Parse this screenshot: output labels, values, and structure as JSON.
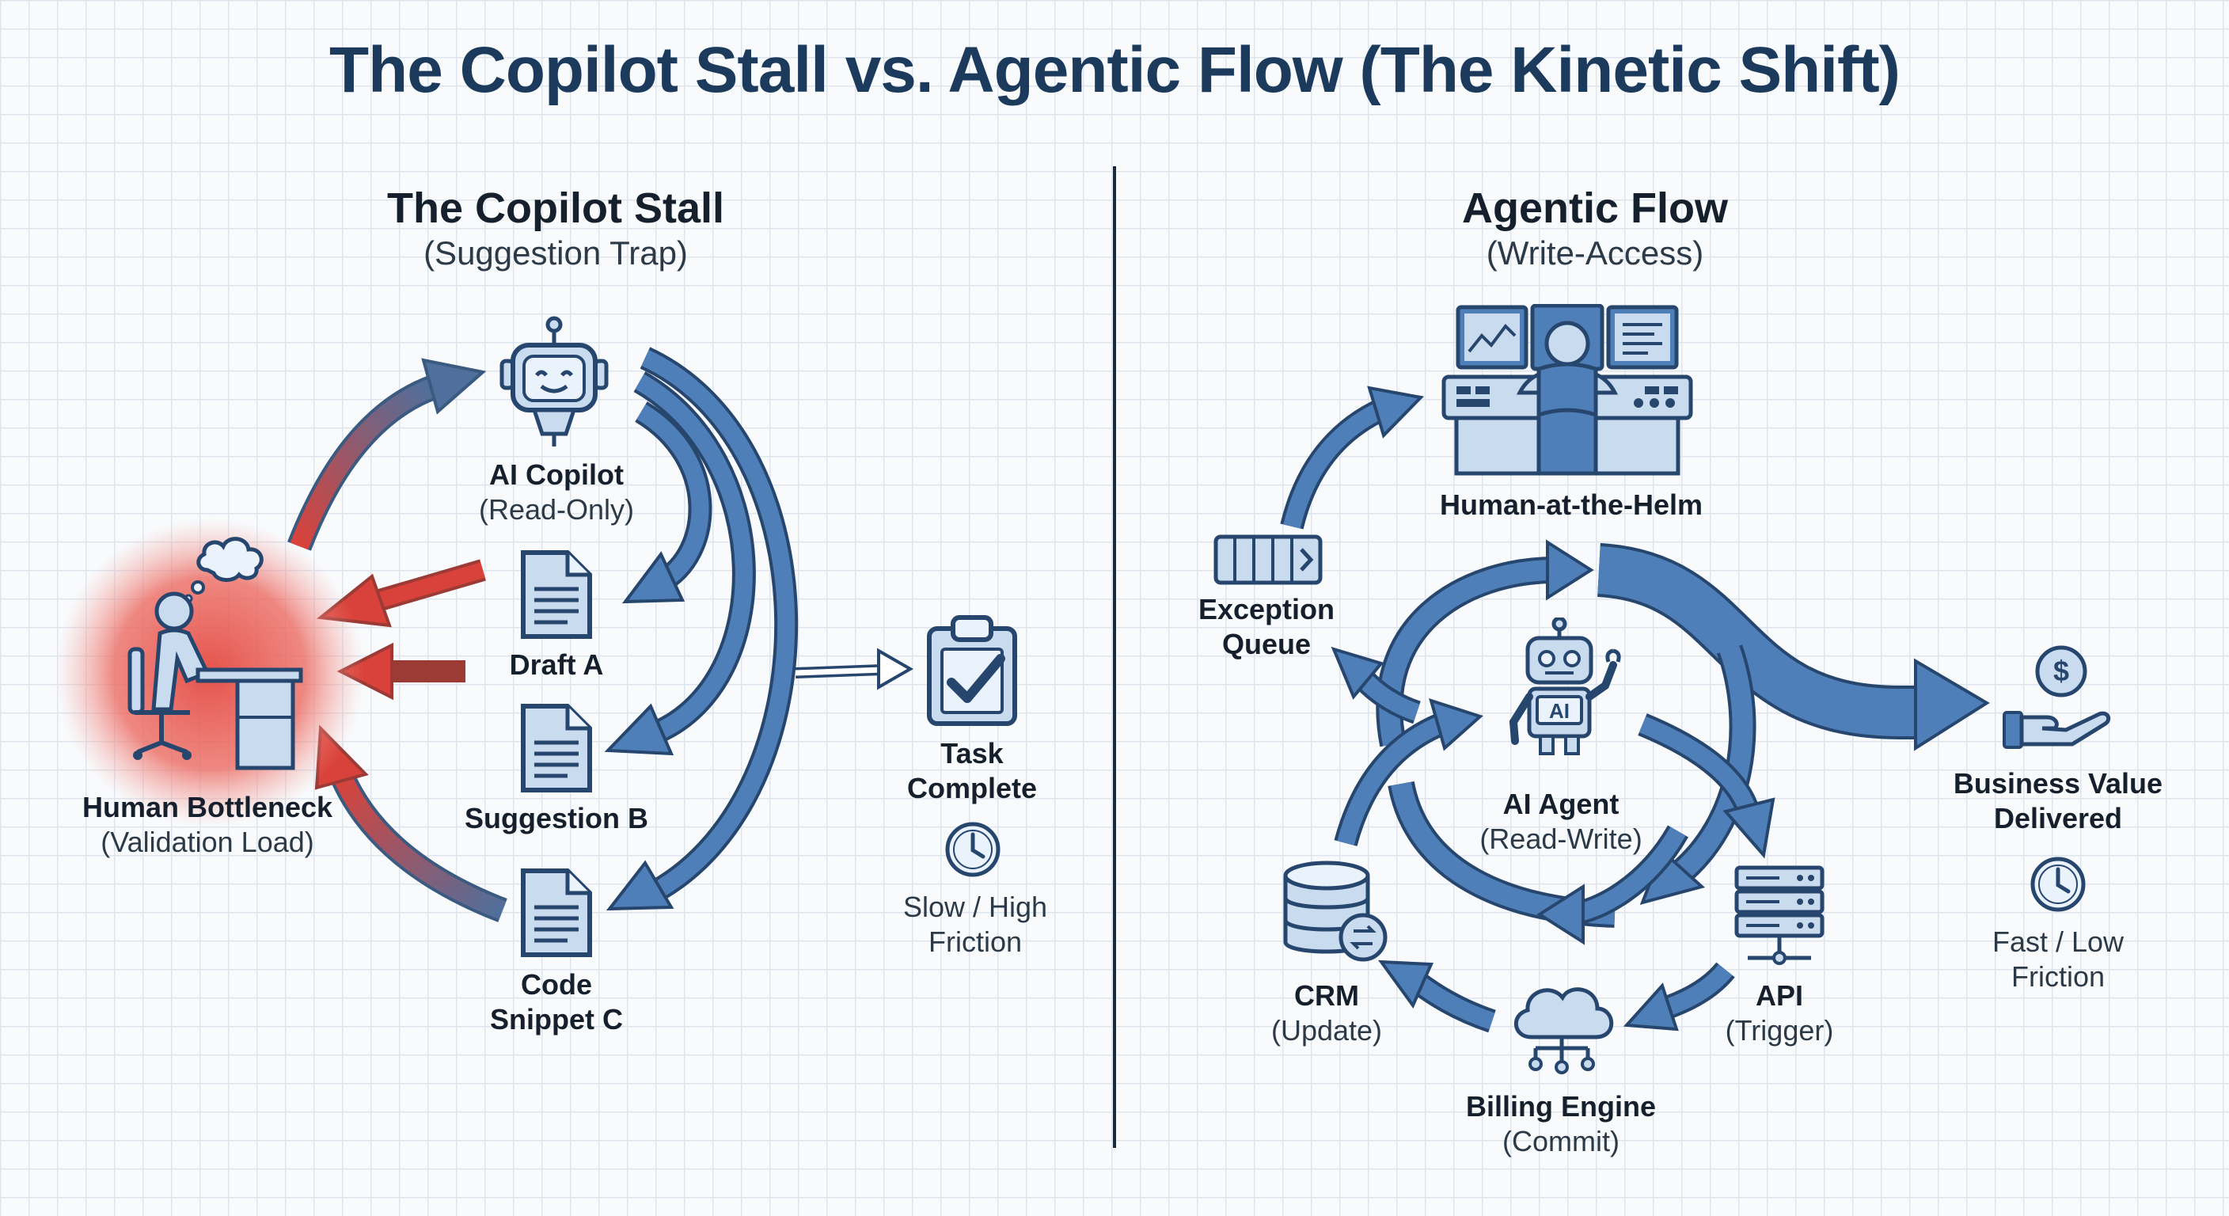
{
  "title": "The Copilot Stall vs. Agentic Flow (The Kinetic Shift)",
  "left_panel": {
    "title": "The Copilot Stall",
    "subtitle": "(Suggestion Trap)",
    "copilot": {
      "label": "AI Copilot",
      "sub": "(Read-Only)",
      "icon": "robot-copilot-icon"
    },
    "draft_a": {
      "label": "Draft A",
      "icon": "document-icon"
    },
    "suggestion_b": {
      "label": "Suggestion B",
      "icon": "document-icon"
    },
    "code_snippet_c": {
      "label_1": "Code",
      "label_2": "Snippet C",
      "icon": "document-icon"
    },
    "human": {
      "label": "Human Bottleneck",
      "sub": "(Validation Load)",
      "icon": "person-at-desk-icon"
    },
    "task": {
      "label_1": "Task",
      "label_2": "Complete",
      "icon": "clipboard-check-icon"
    },
    "speed": {
      "label_1": "Slow / High",
      "label_2": "Friction",
      "icon": "clock-icon"
    }
  },
  "right_panel": {
    "title": "Agentic Flow",
    "subtitle": "(Write-Access)",
    "helm": {
      "label": "Human-at-the-Helm",
      "icon": "operator-console-icon"
    },
    "exception": {
      "label_1": "Exception",
      "label_2": "Queue",
      "icon": "queue-icon"
    },
    "agent": {
      "label": "AI Agent",
      "sub": "(Read-Write)",
      "icon": "robot-agent-icon",
      "badge": "AI"
    },
    "crm": {
      "label": "CRM",
      "sub": "(Update)",
      "icon": "database-sync-icon"
    },
    "api": {
      "label": "API",
      "sub": "(Trigger)",
      "icon": "server-icon"
    },
    "billing": {
      "label": "Billing Engine",
      "sub": "(Commit)",
      "icon": "cloud-network-icon"
    },
    "value": {
      "label_1": "Business Value",
      "label_2": "Delivered",
      "icon": "hand-dollar-icon"
    },
    "speed": {
      "label_1": "Fast / Low",
      "label_2": "Friction",
      "icon": "clock-icon"
    }
  },
  "colors": {
    "blue": "#4f7fb8",
    "blue_dark": "#27466e",
    "blue_fill": "#c9dbef",
    "red": "#d9423a",
    "title": "#1b3a5c"
  }
}
